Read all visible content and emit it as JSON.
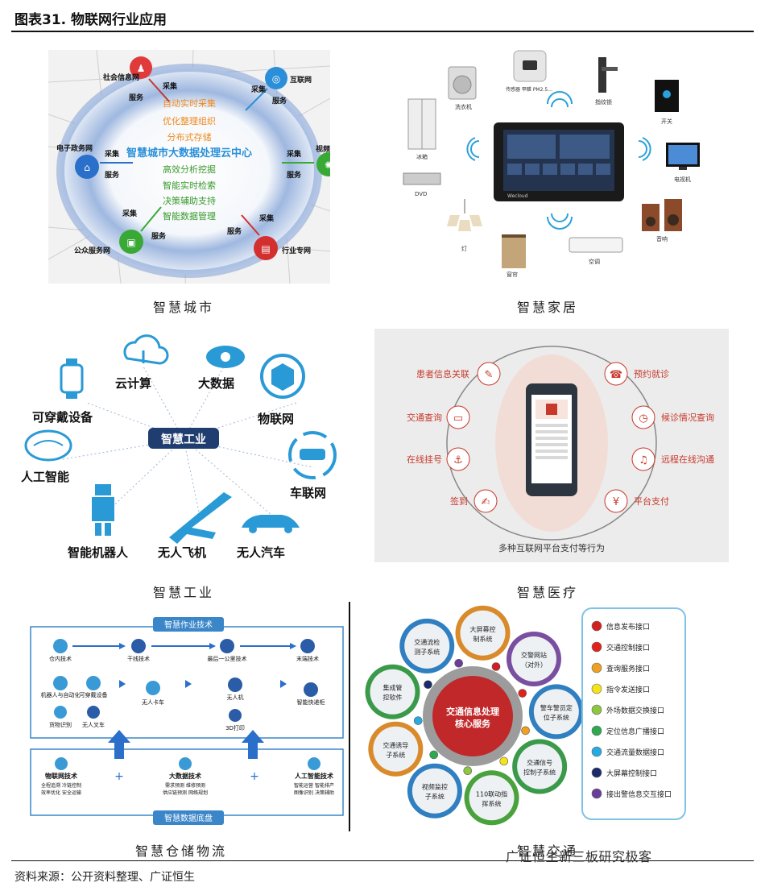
{
  "figure": {
    "title": "图表31.  物联网行业应用",
    "source": "资料来源：公开资料整理、广证恒生",
    "watermark": "广证恒生新三板研究极客"
  },
  "captions": {
    "city": "智慧城市",
    "home": "智慧家居",
    "industry": "智慧工业",
    "medical": "智慧医疗",
    "logistics": "智慧仓储物流",
    "transport": "智慧交通"
  },
  "city": {
    "center": "智慧城市大数据处理云中心",
    "upper": [
      "自动实时采集",
      "优化整理组织",
      "分布式存储"
    ],
    "lower": [
      "高效分析挖掘",
      "智能实时检索",
      "决策辅助支持",
      "智能数据管理"
    ],
    "nodes": [
      "社会信息网",
      "互联网",
      "电子政务网",
      "视频专网",
      "公众服务网",
      "行业专网"
    ],
    "collect": "采集",
    "serve": "服务"
  },
  "home": {
    "devices": [
      "洗衣机",
      "传感器 甲醛 PM2.5…",
      "指纹锁",
      "开关",
      "冰箱",
      "电视机",
      "DVD",
      "音响",
      "灯",
      "窗帘",
      "空调"
    ],
    "brand": "Wecloud"
  },
  "industry": {
    "center": "智慧工业",
    "items": [
      "云计算",
      "大数据",
      "可穿戴设备",
      "物联网",
      "人工智能",
      "车联网",
      "智能机器人",
      "无人飞机",
      "无人汽车"
    ]
  },
  "medical": {
    "left": [
      "患者信息关联",
      "交通查询",
      "在线挂号",
      "签到"
    ],
    "right": [
      "预约就诊",
      "候诊情况查询",
      "远程在线沟通",
      "平台支付"
    ],
    "bottom": "多种互联网平台支付等行为"
  },
  "logistics": {
    "top_label": "智慧作业技术",
    "bottom_label": "智慧数据底盘",
    "row1": [
      "仓内技术",
      "干线技术",
      "最后一公里技术",
      "末端技术"
    ],
    "row2": [
      "机器人与自动化",
      "可穿戴设备",
      "无人卡车",
      "无人机",
      "智能快递柜"
    ],
    "row3": [
      "货物识别",
      "无人叉车",
      "3D打印"
    ],
    "base": [
      {
        "title": "物联网技术",
        "lines": [
          "全程追溯  冷链控制",
          "效率优化  安全运输"
        ]
      },
      {
        "title": "大数据技术",
        "lines": [
          "需求预测  维修预测",
          "供应链预测  网络规划"
        ]
      },
      {
        "title": "人工智能技术",
        "lines": [
          "智能运营 智能排产",
          "图像识别 决策辅助"
        ]
      }
    ],
    "plus": "+"
  },
  "transport": {
    "center": [
      "交通信息处理",
      "核心服务"
    ],
    "ring": [
      {
        "label": [
          "大屏幕控",
          "制系统"
        ],
        "color": "#d98a2b"
      },
      {
        "label": [
          "交警网站",
          "（对外）"
        ],
        "color": "#7b4fa0"
      },
      {
        "label": [
          "警车警员定",
          "位子系统"
        ],
        "color": "#2f7fc1"
      },
      {
        "label": [
          "交通信号",
          "控制子系统"
        ],
        "color": "#3a9a4a"
      },
      {
        "label": [
          "110联动指",
          "挥系统"
        ],
        "color": "#4aa23c"
      },
      {
        "label": [
          "视频监控",
          "子系统"
        ],
        "color": "#2f7fc1"
      },
      {
        "label": [
          "交通诱导",
          "子系统"
        ],
        "color": "#d98a2b"
      },
      {
        "label": [
          "集成管",
          "控软件"
        ],
        "color": "#3a9a4a"
      },
      {
        "label": [
          "交通流检",
          "测子系统"
        ],
        "color": "#2f7fc1"
      }
    ],
    "legend": [
      {
        "label": "信息发布接口",
        "color": "#d21f1f"
      },
      {
        "label": "交通控制接口",
        "color": "#e0221b"
      },
      {
        "label": "查询服务接口",
        "color": "#f0a020"
      },
      {
        "label": "指令发送接口",
        "color": "#f5e31a"
      },
      {
        "label": "外场数据交换接口",
        "color": "#8dc63f"
      },
      {
        "label": "定位信息广播接口",
        "color": "#2fa84f"
      },
      {
        "label": "交通流量数据接口",
        "color": "#27a9e1"
      },
      {
        "label": "大屏幕控制接口",
        "color": "#1b2a6b"
      },
      {
        "label": "接出警信息交互接口",
        "color": "#6a3d9a"
      }
    ]
  }
}
